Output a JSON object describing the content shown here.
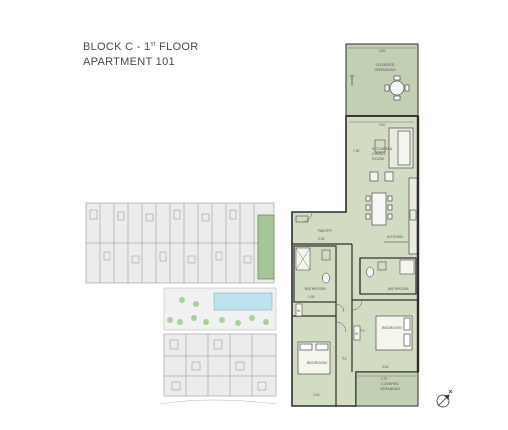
{
  "header": {
    "block_prefix": "BLOCK C - 1",
    "ordinal_suffix": "st",
    "floor_word": " FLOOR",
    "apartment": "APARTMENT 101"
  },
  "rooms": {
    "covered_verandah_top": [
      "COVERED",
      "VERANDAH"
    ],
    "kitchen_dining": [
      "KITCHEN &",
      "DINING",
      "ROOM"
    ],
    "kitchen": "KITCHEN",
    "pantry": "PANTRY",
    "bathroom_1": "BATHROOM",
    "bathroom_2": "BATHROOM",
    "bedroom_1": "BEDROOM",
    "bedroom_2": "BEDROOM",
    "covered_verandah_bottom": [
      "COVERED",
      "VERANDAH"
    ],
    "wardrobe_1": "W",
    "wardrobe_2": "W",
    "tv": "TV"
  },
  "dimensions": {
    "verandah_top_width": "4.00",
    "living_width": "4.00",
    "living_height": "7.50",
    "pantry_area": "2.30",
    "bath_width": "2.00",
    "bedroom1_width": "3.60",
    "bedroom2_width": "3.10",
    "verandah_bottom_width": "3.70"
  },
  "colors": {
    "room_fill": "#d2dcc2",
    "verandah_fill": "#c3cfb2",
    "wall": "#2e2e2e",
    "map_fill": "#e8e8e8",
    "pool": "#bfe3ee",
    "trees": "#a9d29a"
  },
  "compass": {
    "icon": "north-arrow-icon"
  }
}
